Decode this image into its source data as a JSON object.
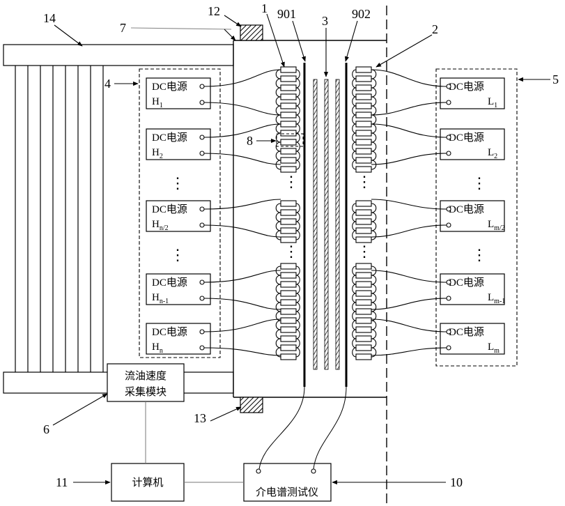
{
  "left_sources": [
    {
      "title": "DC电源",
      "name": "H",
      "sub": "1"
    },
    {
      "title": "DC电源",
      "name": "H",
      "sub": "2"
    },
    {
      "title": "DC电源",
      "name": "H",
      "sub": "n/2"
    },
    {
      "title": "DC电源",
      "name": "H",
      "sub": "n-1"
    },
    {
      "title": "DC电源",
      "name": "H",
      "sub": "n"
    }
  ],
  "right_sources": [
    {
      "title": "DC电源",
      "name": "L",
      "sub": "1"
    },
    {
      "title": "DC电源",
      "name": "L",
      "sub": "2"
    },
    {
      "title": "DC电源",
      "name": "L",
      "sub": "m/2"
    },
    {
      "title": "DC电源",
      "name": "L",
      "sub": "m-1"
    },
    {
      "title": "DC电源",
      "name": "L",
      "sub": "m"
    }
  ],
  "ellipsis": "⋮",
  "modules": {
    "flow_line1": "流油速度",
    "flow_line2": "采集模块",
    "computer": "计算机",
    "dielectric": "介电谱测试仪"
  },
  "labels": {
    "l1": "1",
    "l2": "2",
    "l3": "3",
    "l4": "4",
    "l5": "5",
    "l6": "6",
    "l7": "7",
    "l8": "8",
    "l10": "10",
    "l11": "11",
    "l12": "12",
    "l13": "13",
    "l14": "14",
    "l901": "901",
    "l902": "902"
  }
}
